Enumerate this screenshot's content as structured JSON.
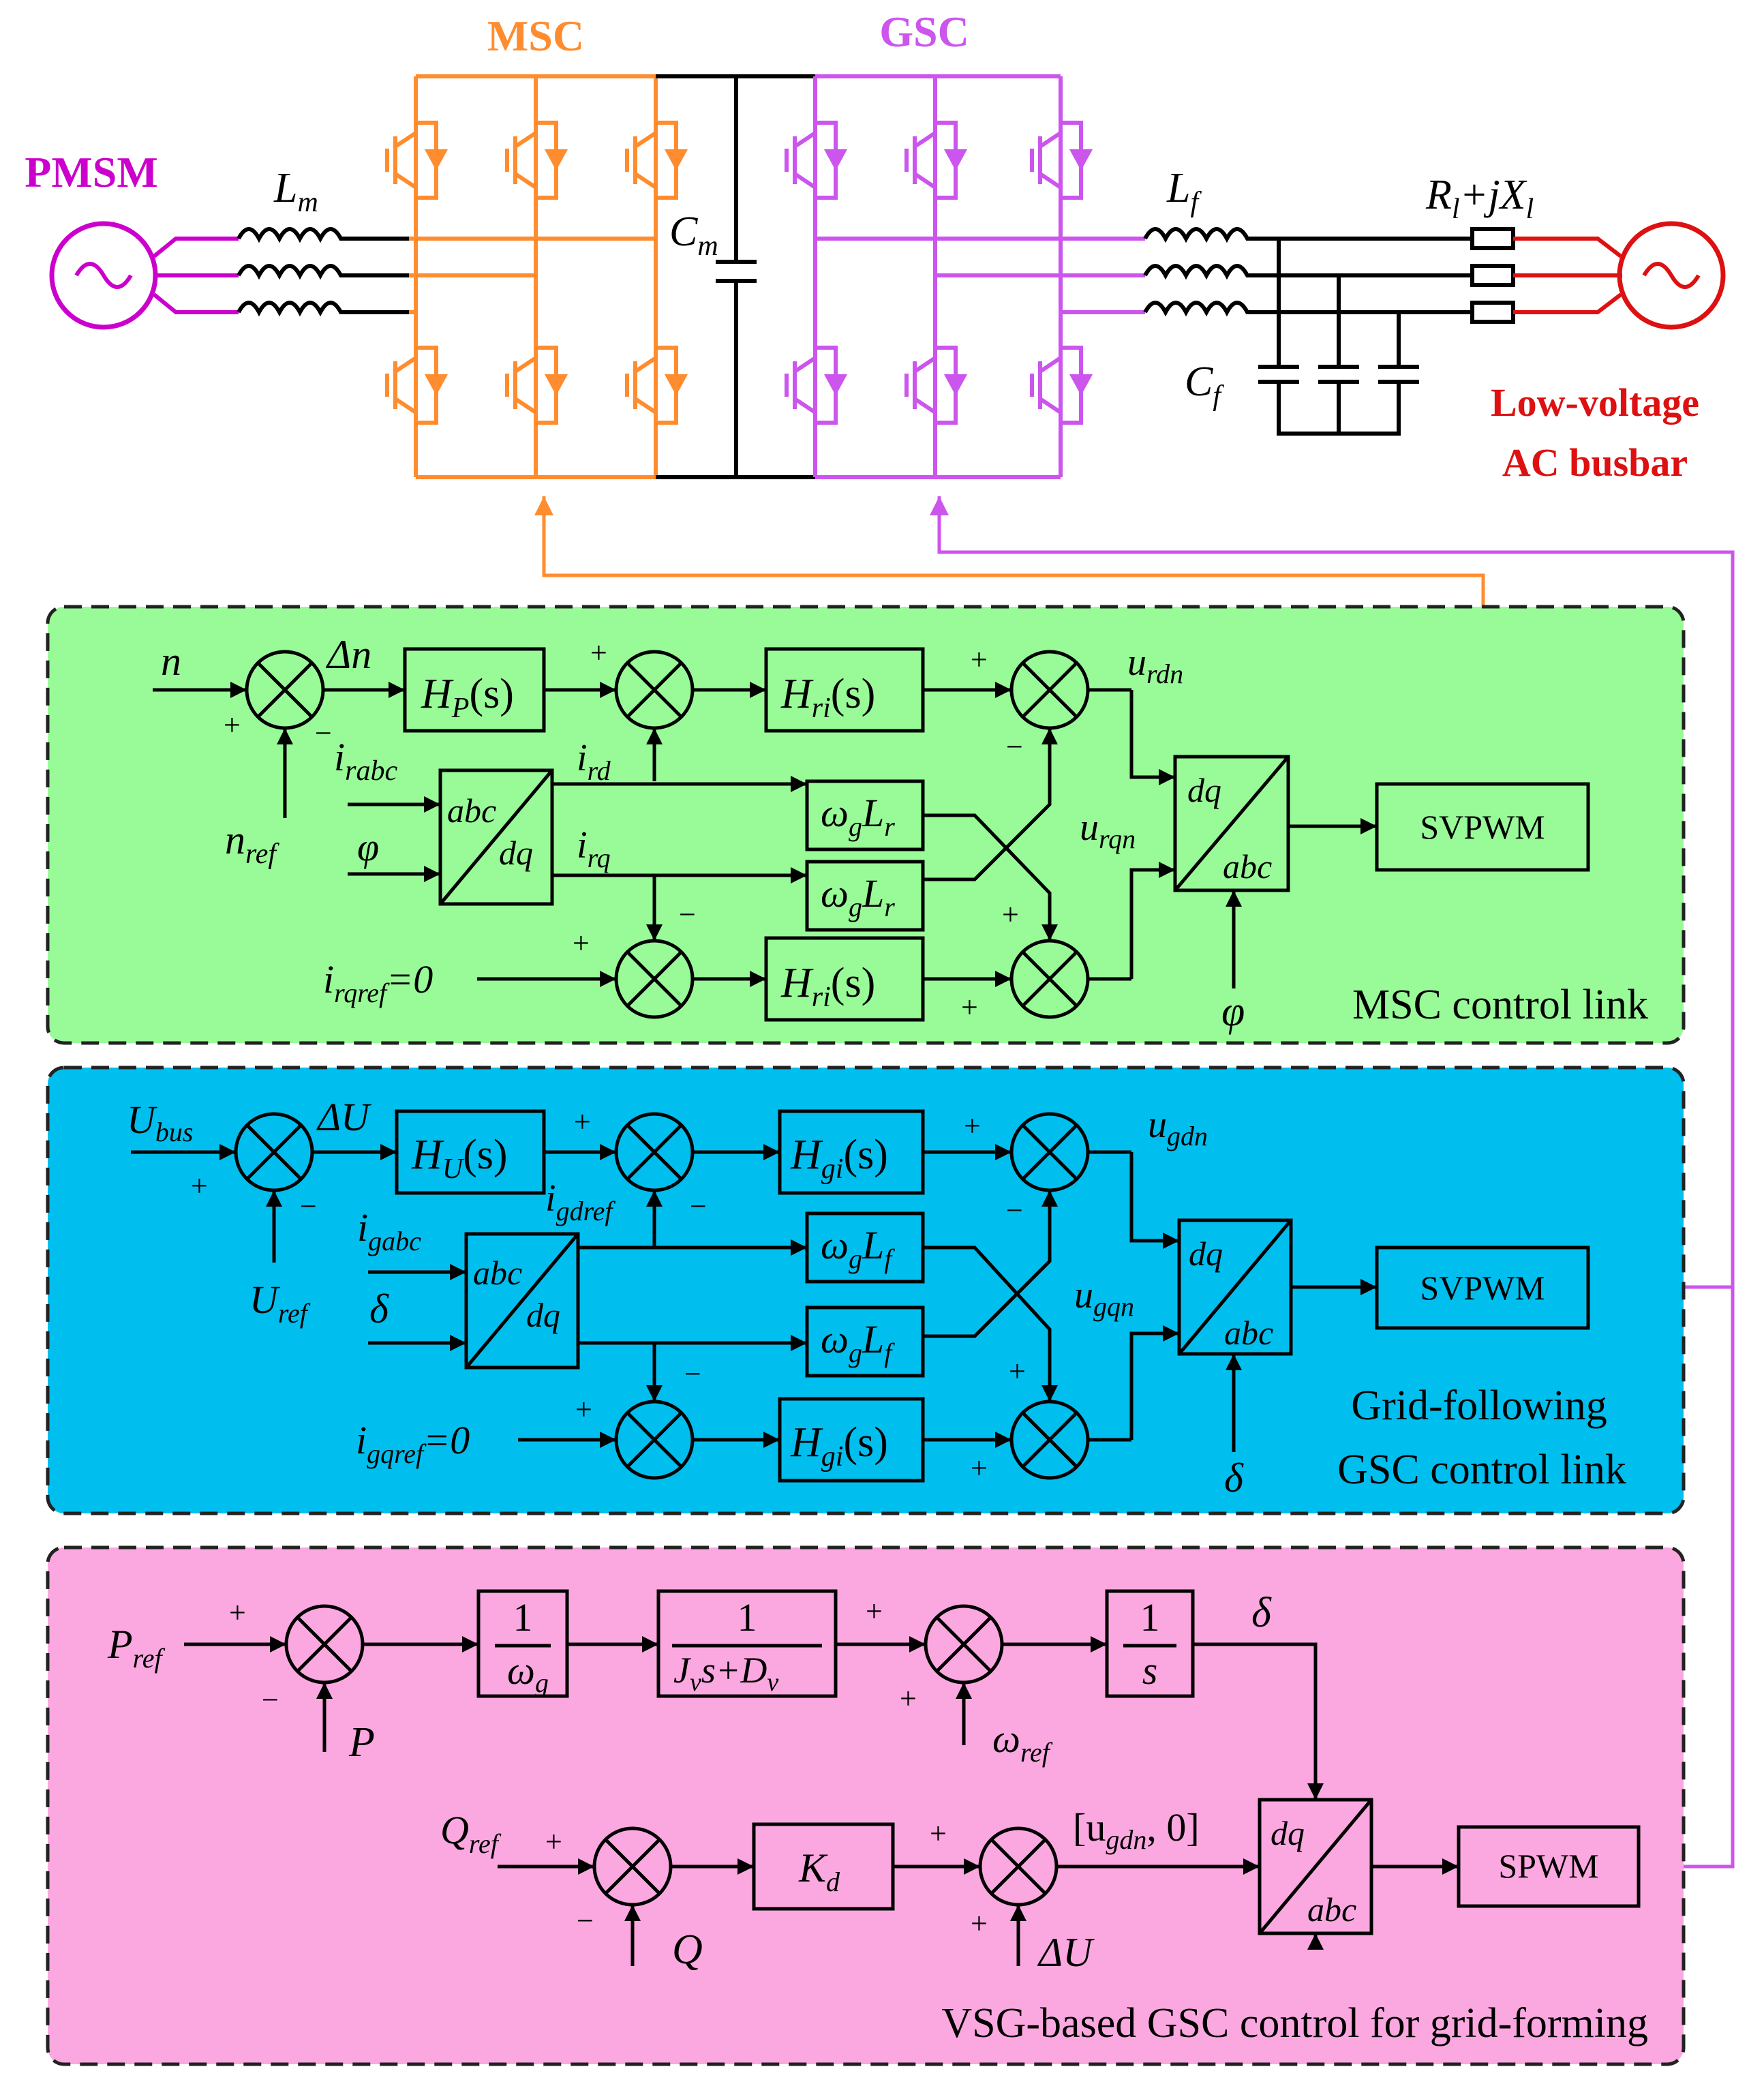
{
  "top_circuit": {
    "msc_label": "MSC",
    "gsc_label": "GSC",
    "pmsm_label": "PMSM",
    "lm_label": "L",
    "lm_sub": "m",
    "cm_label": "C",
    "cm_sub": "m",
    "lf_label": "L",
    "lf_sub": "f",
    "cf_label": "C",
    "cf_sub": "f",
    "rl_label": "R",
    "rl_sub": "l",
    "rl_plus_j": "+j",
    "xl_label": "X",
    "xl_sub": "l",
    "busbar_line1": "Low-voltage",
    "busbar_line2": "AC busbar"
  },
  "colors": {
    "msc": "#FF8C2E",
    "gsc": "#CC55EE",
    "pmsm": "#CC00CC",
    "busbar": "#DD1111",
    "green_panel": "#98FB98",
    "blue_panel": "#00BFEF",
    "pink_panel": "#FCA8E0",
    "wire": "#000000"
  },
  "msc_panel": {
    "title": "MSC control link",
    "n": "n",
    "n_ref": "n",
    "n_ref_sub": "ref",
    "delta_n": "Δn",
    "hp_main": "H",
    "hp_sub": "P",
    "hp_s": "(s)",
    "hri_main": "H",
    "hri_sub": "ri",
    "hri_s": "(s)",
    "i_rabc": "i",
    "i_rabc_sub": "rabc",
    "phi": "φ",
    "abc": "abc",
    "dq": "dq",
    "i_rd": "i",
    "i_rd_sub": "rd",
    "i_rq": "i",
    "i_rq_sub": "rq",
    "wl_omega": "ω",
    "wl_g": "g",
    "wl_L": "L",
    "wl_r": "r",
    "i_rqref": "i",
    "i_rqref_sub": "rqref",
    "i_rqref_val": "=0",
    "u_rdn": "u",
    "u_rdn_sub": "rdn",
    "u_rqn": "u",
    "u_rqn_sub": "rqn",
    "svpwm": "SVPWM"
  },
  "gsc_panel": {
    "title_line1": "Grid-following",
    "title_line2": "GSC control link",
    "u_bus": "U",
    "u_bus_sub": "bus",
    "delta_u": "ΔU",
    "hu_main": "H",
    "hu_sub": "U",
    "hu_s": "(s)",
    "hgi_main": "H",
    "hgi_sub": "gi",
    "hgi_s": "(s)",
    "u_ref": "U",
    "u_ref_sub": "ref",
    "i_gabc": "i",
    "i_gabc_sub": "gabc",
    "delta": "δ",
    "i_gdref": "i",
    "i_gdref_sub": "gdref",
    "abc": "abc",
    "dq": "dq",
    "wl_omega": "ω",
    "wl_g": "g",
    "wl_L": "L",
    "wl_f": "f",
    "i_gqref": "i",
    "i_gqref_sub": "gqref",
    "i_gqref_val": "=0",
    "u_gdn": "u",
    "u_gdn_sub": "gdn",
    "u_gqn": "u",
    "u_gqn_sub": "gqn",
    "svpwm": "SVPWM"
  },
  "vsg_panel": {
    "title": "VSG-based GSC control for grid-forming",
    "p_ref": "P",
    "p_ref_sub": "ref",
    "p": "P",
    "one": "1",
    "omega_g": "ω",
    "omega_g_sub": "g",
    "jv": "J",
    "jv_sub": "v",
    "s_plus": "s+",
    "dv": "D",
    "dv_sub": "v",
    "one_s_num": "1",
    "one_s_den": "s",
    "omega_ref": "ω",
    "omega_ref_sub": "ref",
    "delta": "δ",
    "q_ref": "Q",
    "q_ref_sub": "ref",
    "q": "Q",
    "kd": "K",
    "kd_sub": "d",
    "ugdn_open": "[u",
    "ugdn_sub": "gdn",
    "ugdn_close": ", 0]",
    "delta_u": "ΔU",
    "dq": "dq",
    "abc": "abc",
    "spwm": "SPWM"
  },
  "signs": {
    "plus": "+",
    "minus": "−"
  }
}
